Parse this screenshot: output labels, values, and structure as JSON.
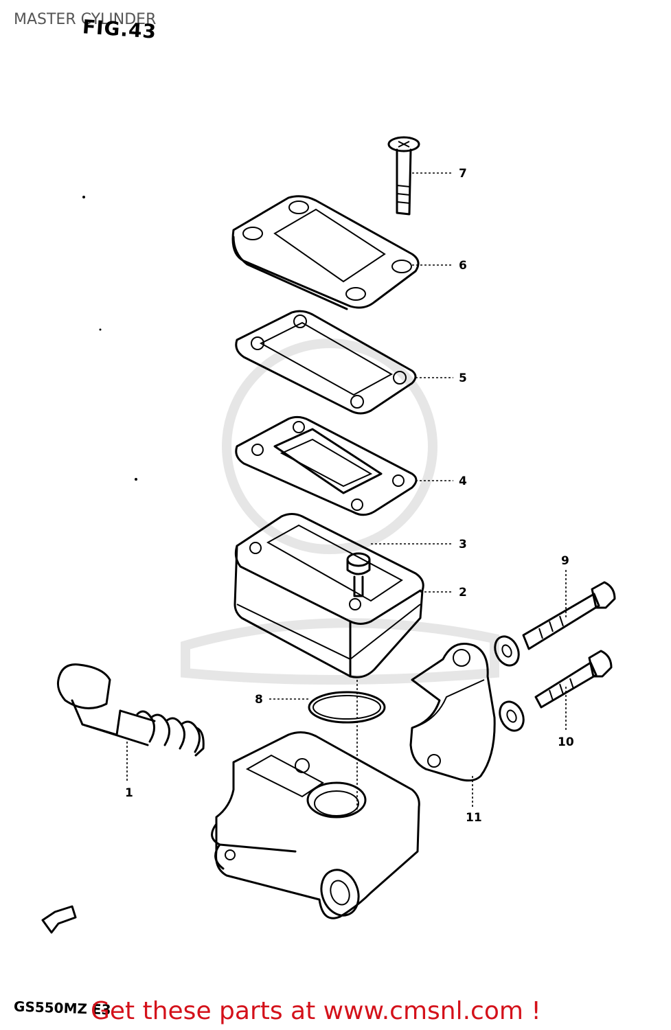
{
  "header": {
    "title": "MASTER CYLINDER",
    "figure_label": "FIG.43"
  },
  "footer": {
    "model_code": "GS550MZ E3",
    "promo_text": "Get these parts at www.cmsnl.com !"
  },
  "callouts": [
    "1",
    "2",
    "3",
    "4",
    "5",
    "6",
    "7",
    "8",
    "9",
    "10",
    "11"
  ]
}
